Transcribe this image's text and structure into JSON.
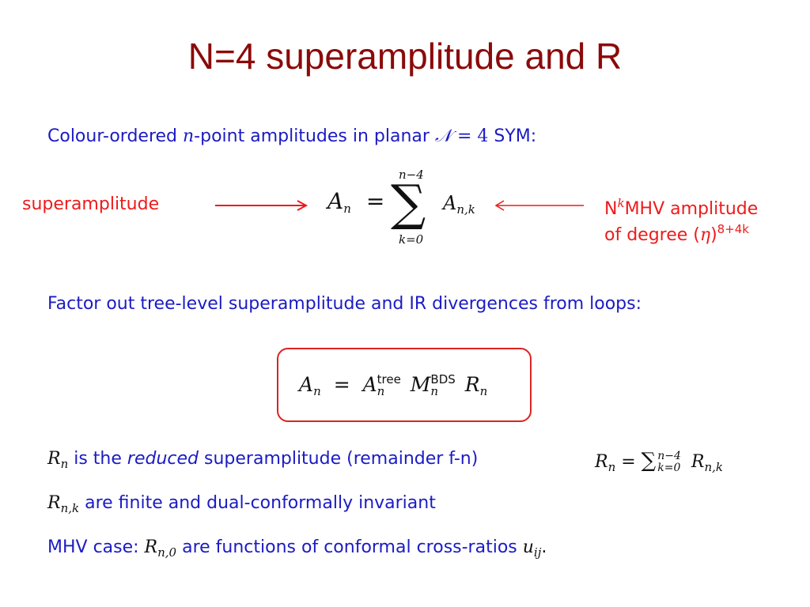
{
  "title": "N=4 superamplitude and R",
  "intro": {
    "pre": "Colour-ordered ",
    "n": "n",
    "mid": "-point amplitudes in planar ",
    "N": "𝒩",
    "eq": " = 4",
    "post": " SYM:"
  },
  "superamp_label": "superamplitude",
  "sum_eq": {
    "lhs": "A",
    "lhs_sub": "n",
    "equals": "=",
    "sigma": "∑",
    "upper": "n−4",
    "lower": "k=0",
    "term": "A",
    "term_sub": "n,k"
  },
  "nmhv": {
    "line1_pre": "N",
    "line1_sup": "k",
    "line1_post": "MHV amplitude",
    "line2_pre": "of degree (",
    "line2_eta": "η",
    "line2_close": ")",
    "line2_sup": "8+4k"
  },
  "factor_text": "Factor out tree-level superamplitude and IR divergences from loops:",
  "boxed": {
    "lhs": "A",
    "lhs_sub": "n",
    "equals": "=",
    "a": "A",
    "a_sup": "tree",
    "a_sub": "n",
    "m": "M",
    "m_sup": "BDS",
    "m_sub": "n",
    "r": "R",
    "r_sub": "n"
  },
  "line_rn": {
    "R": "R",
    "R_sub": "n",
    "t1": " is the ",
    "reduced": "reduced",
    "t2": " superamplitude (remainder f-n)",
    "eR": "R",
    "eR_sub": "n",
    "eq": " = ",
    "sigma": "∑",
    "upper": "n−4",
    "lower": "k=0",
    "eR2": "R",
    "eR2_sub": "n,k"
  },
  "line_rnk": {
    "R": "R",
    "R_sub": "n,k",
    "text": " are finite and dual-conformally invariant"
  },
  "line_mhv": {
    "pre": "MHV case: ",
    "R": "R",
    "R_sub": "n,0",
    "text": " are functions of conformal cross-ratios ",
    "u": "u",
    "u_sub": "ij",
    "end": "."
  },
  "colors": {
    "title": "#8b0a0a",
    "text": "#1b1bc4",
    "accent": "#ee1b1b"
  }
}
